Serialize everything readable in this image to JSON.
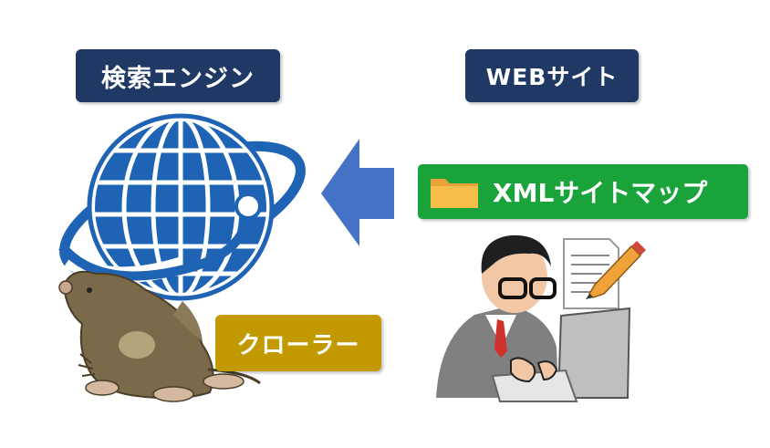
{
  "labels": {
    "search_engine": "検索エンジン",
    "website": "WEBサイト",
    "xml_sitemap": "XMLサイトマップ",
    "crawler": "クローラー"
  },
  "colors": {
    "navy": "#1f3864",
    "green": "#1aa33a",
    "gold": "#c29a00",
    "arrow": "#4472c4",
    "globe": "#1f64b4"
  },
  "icons": [
    "globe-icon",
    "folder-icon",
    "mole-icon",
    "document-icon",
    "pencil-icon",
    "person-at-laptop-icon",
    "left-arrow-icon"
  ]
}
